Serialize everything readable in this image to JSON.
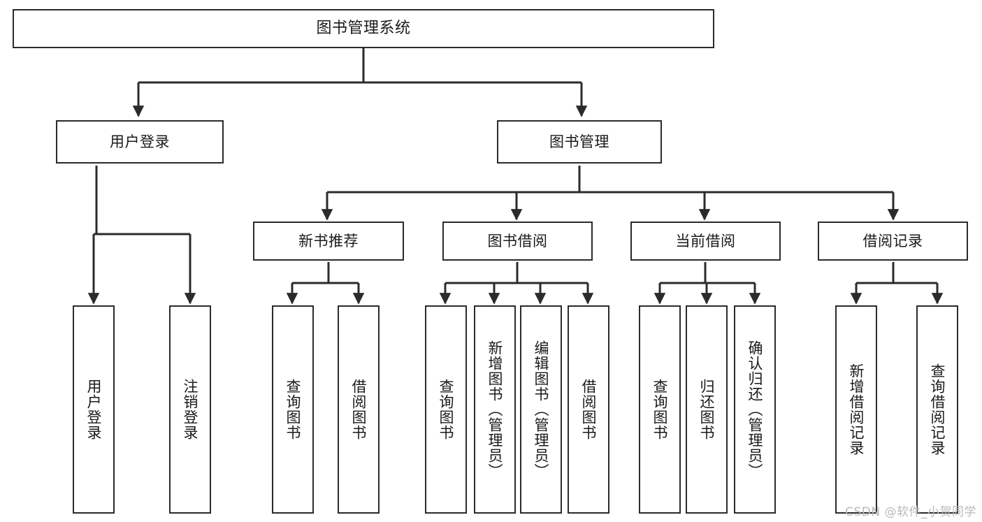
{
  "diagram": {
    "title": "图书管理系统",
    "type": "tree-hierarchy",
    "watermark": "CSDN @软件_小贺同学",
    "colors": {
      "box_border": "#2b2b2b",
      "box_fill": "#ffffff",
      "edge": "#2b2b2b",
      "text": "#1a1a1a",
      "watermark": "#b9b9b9",
      "background": "#ffffff"
    },
    "nodes": {
      "root": {
        "label": "图书管理系统"
      },
      "level2": [
        {
          "id": "user-login",
          "label": "用户登录"
        },
        {
          "id": "book-manage",
          "label": "图书管理"
        }
      ],
      "level3": [
        {
          "id": "new-book-recommend",
          "label": "新书推荐"
        },
        {
          "id": "book-borrow",
          "label": "图书借阅"
        },
        {
          "id": "current-borrow",
          "label": "当前借阅"
        },
        {
          "id": "borrow-record",
          "label": "借阅记录"
        }
      ],
      "leaves": {
        "user_login": [
          {
            "id": "leaf-user-login",
            "label": "用户登录"
          },
          {
            "id": "leaf-logout-login",
            "label": "注销登录"
          }
        ],
        "new_book_recommend": [
          {
            "id": "leaf-query-book-1",
            "label": "查询图书"
          },
          {
            "id": "leaf-borrow-book-1",
            "label": "借阅图书"
          }
        ],
        "book_borrow": [
          {
            "id": "leaf-query-book-2",
            "label": "查询图书"
          },
          {
            "id": "leaf-add-book-admin",
            "label": "新增图书（管理员）"
          },
          {
            "id": "leaf-edit-book-admin",
            "label": "编辑图书（管理员）"
          },
          {
            "id": "leaf-borrow-book-2",
            "label": "借阅图书"
          }
        ],
        "current_borrow": [
          {
            "id": "leaf-query-book-3",
            "label": "查询图书"
          },
          {
            "id": "leaf-return-book",
            "label": "归还图书"
          },
          {
            "id": "leaf-confirm-return-admin",
            "label": "确认归还（管理员）"
          }
        ],
        "borrow_record": [
          {
            "id": "leaf-add-borrow-record",
            "label": "新增借阅记录"
          },
          {
            "id": "leaf-query-borrow-record",
            "label": "查询借阅记录"
          }
        ]
      }
    }
  }
}
